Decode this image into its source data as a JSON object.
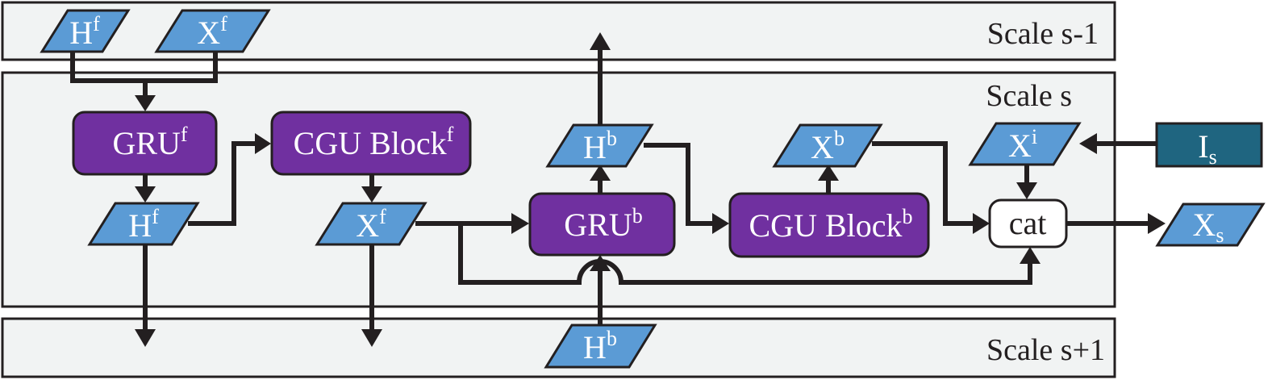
{
  "scales": {
    "prev": "Scale s-1",
    "current": "Scale s",
    "next": "Scale s+1"
  },
  "nodes": {
    "hf_top": {
      "base": "H",
      "sup": "f"
    },
    "xf_top": {
      "base": "X",
      "sup": "f"
    },
    "gru_f": {
      "base": "GRU",
      "sup": "f"
    },
    "cgu_f": {
      "base": "CGU Block",
      "sup": "f"
    },
    "hf_mid": {
      "base": "H",
      "sup": "f"
    },
    "xf_mid": {
      "base": "X",
      "sup": "f"
    },
    "hb_mid": {
      "base": "H",
      "sup": "b"
    },
    "gru_b": {
      "base": "GRU",
      "sup": "b"
    },
    "xb_mid": {
      "base": "X",
      "sup": "b"
    },
    "cgu_b": {
      "base": "CGU Block",
      "sup": "b"
    },
    "xi": {
      "base": "X",
      "sup": "i"
    },
    "cat": {
      "label": "cat"
    },
    "is": {
      "base": "I",
      "sub": "s"
    },
    "xs": {
      "base": "X",
      "sub": "s"
    },
    "hb_bottom": {
      "base": "H",
      "sup": "b"
    }
  },
  "colors": {
    "variable": "#5b9bd5",
    "block": "#7030a0",
    "input": "#1f6580",
    "panel": "#f1f3f3",
    "line": "#231f20"
  }
}
